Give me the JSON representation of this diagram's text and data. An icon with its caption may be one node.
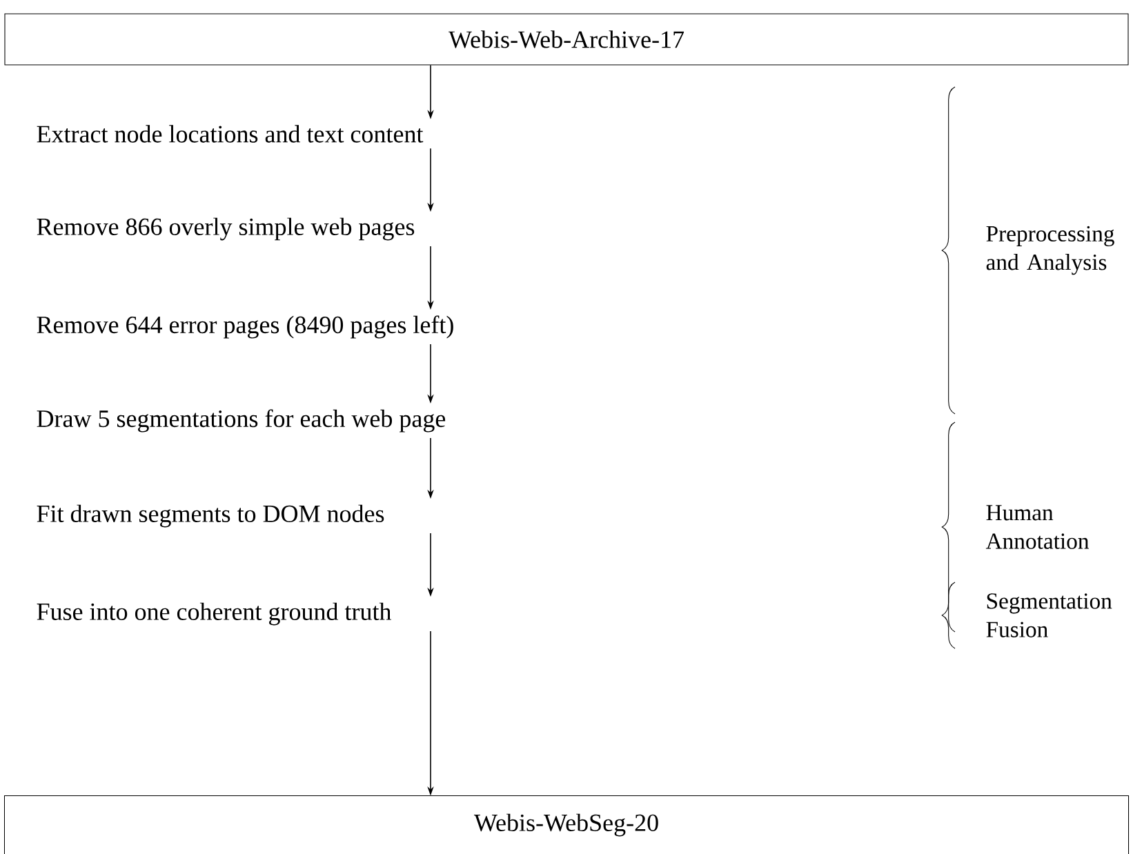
{
  "diagram": {
    "nodes": [
      {
        "text": [
          "Webis-Web-Archive-17"
        ]
      },
      {
        "text": [
          "Extract node locations and text content"
        ]
      },
      {
        "text": [
          "Remove 866 overly simple web pages"
        ]
      },
      {
        "text": [
          "Remove 644 error pages (8490 pages left)"
        ]
      },
      {
        "text": [
          "Draw 5 segmentations for each web page"
        ]
      },
      {
        "text": [
          "Fit drawn segments to DOM nodes"
        ]
      },
      {
        "text": [
          "Fuse into one coherent ground truth"
        ]
      },
      {
        "text": [
          "Webis-WebSeg-20"
        ]
      }
    ],
    "edges": [
      {
        "from": 0,
        "to": 1,
        "arrow": "to"
      },
      {
        "from": 1,
        "to": 2,
        "arrow": "to"
      },
      {
        "from": 2,
        "to": 3,
        "arrow": "to"
      },
      {
        "from": 3,
        "to": 4,
        "arrow": "to"
      },
      {
        "from": 4,
        "to": 5,
        "arrow": "to"
      },
      {
        "from": 5,
        "to": 6,
        "arrow": "to"
      },
      {
        "from": 6,
        "to": 7,
        "arrow": "to"
      }
    ],
    "labels": [
      "Preprocessing and Analysis",
      "Human Annotation",
      "Segmentation Fusion"
    ]
  }
}
